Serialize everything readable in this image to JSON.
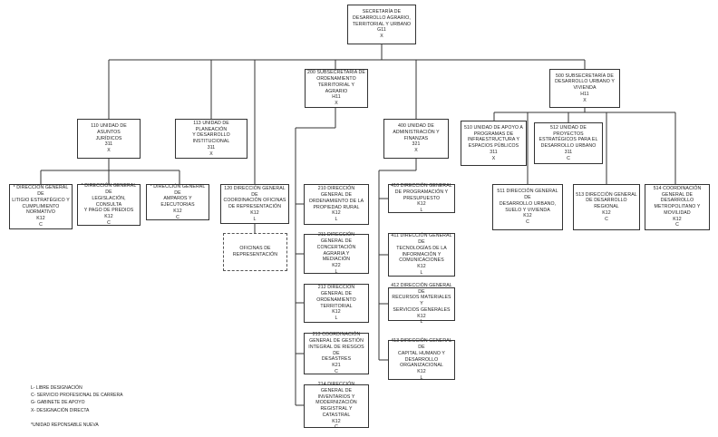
{
  "nodes": {
    "root": "SECRETARÍA DE\nDESARROLLO AGRARIO,\nTERRITORIAL Y URBANO\nG11\nX",
    "n110": "110 UNIDAD DE ASUNTOS\nJURÍDICOS\n311\nX",
    "n113": "113 UNIDAD DE PLANEACIÓN\nY DESARROLLO\nINSTITUCIONAL\n311\nX",
    "n200": "200 SUBSECRETARÍA DE\nORDENAMIENTO\nTERRITORIAL Y AGRARIO\nH11\nX",
    "n400": "400 UNIDAD DE\nADMINISTRACIÓN Y\nFINANZAS\n321\nX",
    "n500": "500 SUBSECRETARÍA DE\nDESARROLLO URBANO Y\nVIVIENDA\nH11\nX",
    "n510": "510 UNIDAD DE APOYO A\nPROGRAMAS DE\nINFRAESTRUCTURA Y\nESPACIOS PÚBLICOS\n311\nX",
    "n512": "512 UNIDAD DE PROYECTOS\nESTRATÉGICOS PARA EL\nDESARROLLO URBANO\n311\nC",
    "dglit": "* DIRECCIÓN GENERAL DE\nLITIGIO ESTRATÉGICO Y\nCUMPLIMIENTO\nNORMATIVO\nK12\nC",
    "dgleg": "* DIRECCIÓN GENERAL DE\nLEGISLACIÓN, CONSULTA\nY PAGO DE PREDIOS\nK12\nC",
    "dgamp": "* DIRECCIÓN GENERAL DE\nAMPAROS Y EJECUTORIAS\nK12\nC",
    "n120": "120 DIRECCIÓN GENERAL DE\nCOORDINACIÓN OFICINAS\nDE REPRESENTACIÓN\nK12\nL",
    "ofic": "OFICINAS DE\nREPRESENTACIÓN",
    "n210": "210 DIRECCIÓN GENERAL DE\nORDENAMIENTO DE LA\nPROPIEDAD RURAL\nK12\nL",
    "n211": "211 DIRECCIÓN GENERAL DE\nCONCERTACIÓN AGRARIA Y\nMEDIACIÓN\nK22\nL",
    "n212": "212 DIRECCIÓN GENERAL DE\nORDENAMIENTO\nTERRITORIAL\nK12\nL",
    "n213": "213 COORDINACIÓN\nGENERAL DE GESTIÓN\nINTEGRAL DE RIESGOS DE\nDESASTRES\nK21\nC",
    "n214": "214 DIRECCIÓN GENERAL DE\nINVENTARIOS Y\nMODERNIZACIÓN\nREGISTRAL Y CATASTRAL\nK12\nC",
    "n410": "410 DIRECCIÓN GENERAL\nDE PROGRAMACIÓN Y\nPRESUPUESTO\nK12\nL",
    "n411": "411 DIRECCIÓN GENERAL DE\nTECNOLOGÍAS DE LA\nINFORMACIÓN Y\nCOMUNICACIONES\nK12\nL",
    "n412": "412 DIRECCIÓN GENERAL DE\nRECURSOS MATERIALES Y\nSERVICIOS GENERALES\nK12\nL",
    "n413": "413 DIRECCIÓN GENERAL DE\nCAPITAL HUMANO Y\nDESARROLLO\nORGANIZACIONAL\nK12\nL",
    "n511": "511 DIRECCIÓN GENERAL DE\nDESARROLLO URBANO,\nSUELO Y VIVIENDA\nK12\nC",
    "n513": "513 DIRECCIÓN GENERAL\nDE DESARROLLO\nREGIONAL\nK12\nC",
    "n514": "514 COORDINACIÓN\nGENERAL DE DESARROLLO\nMETROPOLITANO Y\nMOVILIDAD\nK12\nC"
  },
  "legend": [
    "L- LIBRE DESIGNACIÓN",
    "C- SERVICIO PROFESIONAL DE CARRERA",
    "G- GABINETE DE APOYO",
    "X- DESIGNACIÓN DIRECTA"
  ],
  "footnote": "*UNIDAD REPONSABLE NUEVA",
  "colors": {
    "line": "#333333",
    "box_border": "#333333",
    "background": "#ffffff"
  }
}
